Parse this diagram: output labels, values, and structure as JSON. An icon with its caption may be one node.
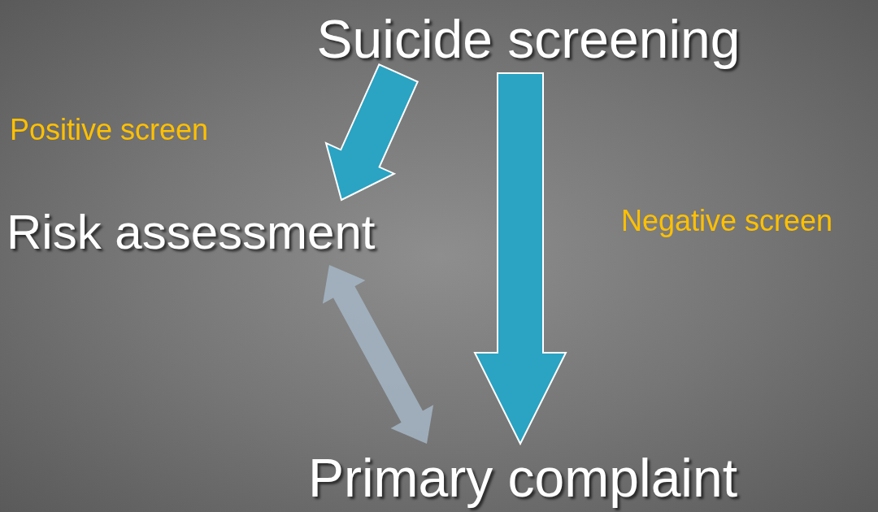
{
  "diagram": {
    "nodes": [
      {
        "text": [
          "Suicide screening"
        ]
      },
      {
        "text": [
          "Risk assessment"
        ]
      },
      {
        "text": [
          "Primary complaint"
        ]
      }
    ],
    "edges": [
      {
        "from": 0,
        "to": 1,
        "arrow": "to"
      },
      {
        "from": 0,
        "to": 2,
        "arrow": "to"
      },
      {
        "from": 1,
        "to": 2,
        "arrow": "both",
        "color": "#a4b6c4"
      }
    ],
    "labels": [
      "Positive screen",
      "Negative screen"
    ]
  }
}
